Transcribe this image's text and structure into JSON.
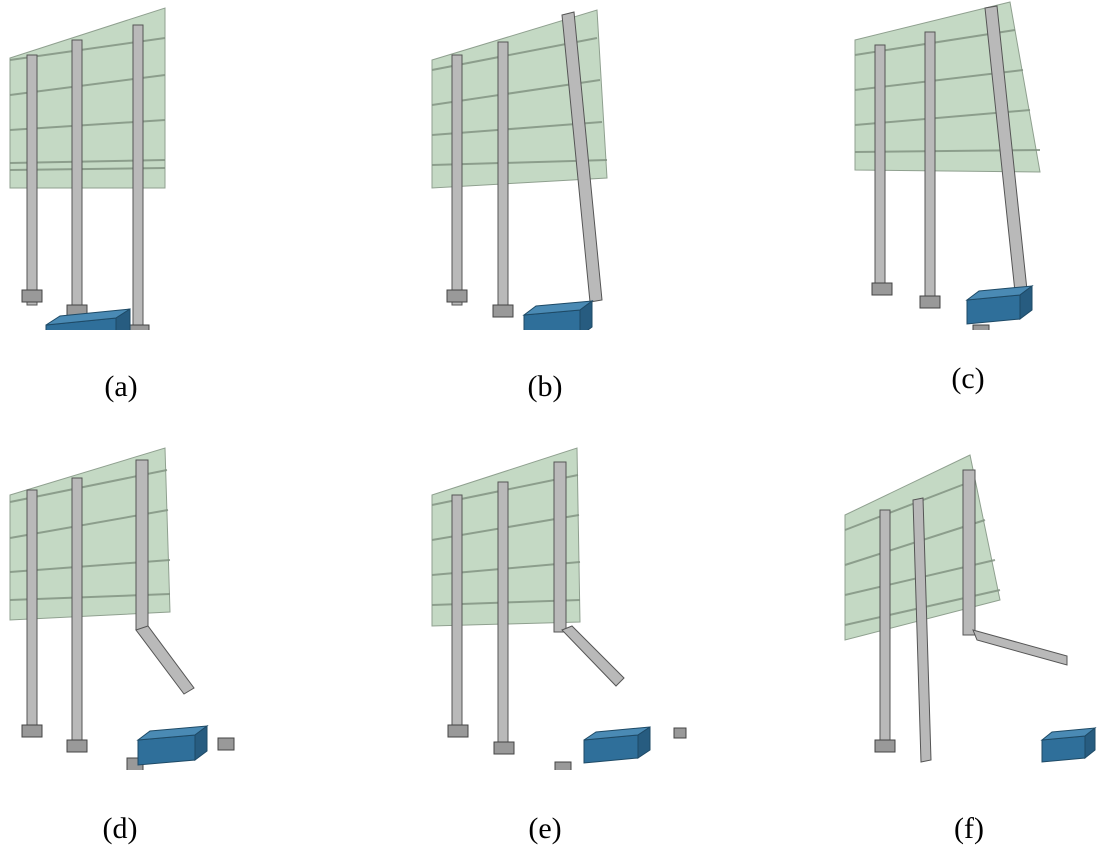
{
  "figure": {
    "panels": [
      {
        "caption": "(a)"
      },
      {
        "caption": "(b)"
      },
      {
        "caption": "(c)"
      },
      {
        "caption": "(d)"
      },
      {
        "caption": "(e)"
      },
      {
        "caption": "(f)"
      }
    ]
  },
  "colors": {
    "sign_panel": "#c4d9c4",
    "sign_edge": "#8fa08f",
    "post": "#b9b9b9",
    "post_edge": "#555555",
    "device": "#2f6f9a",
    "device_top": "#4a8ab4"
  }
}
